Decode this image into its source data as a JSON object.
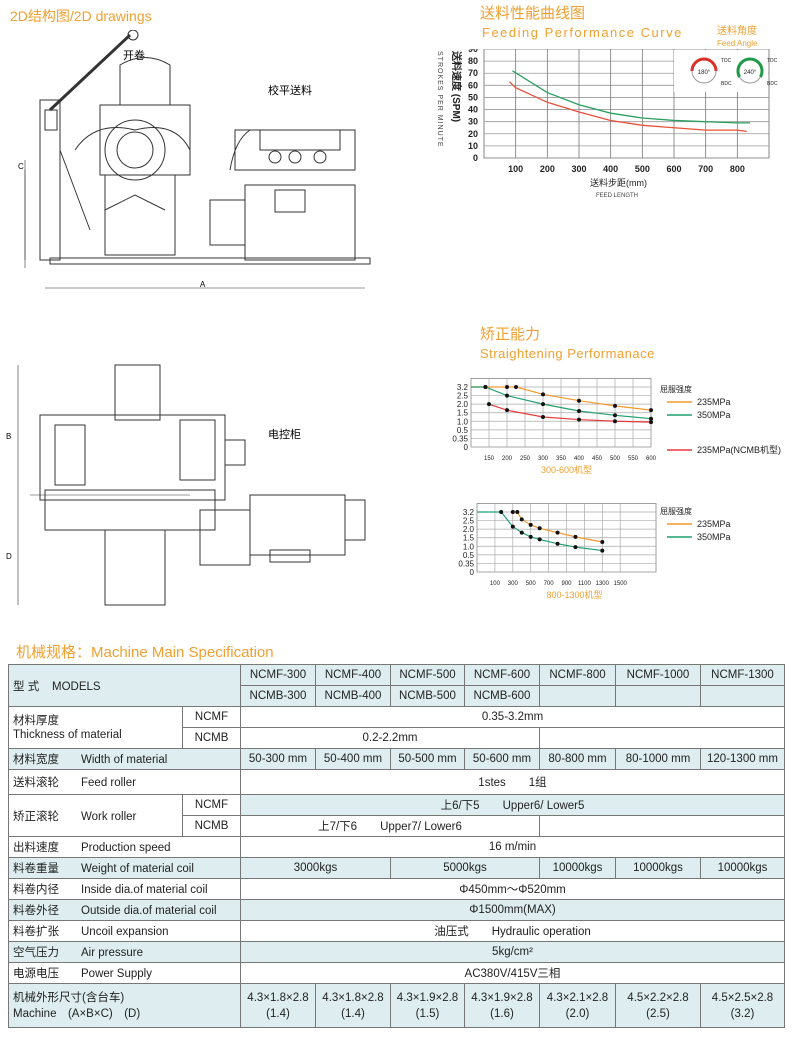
{
  "drawings": {
    "title": "2D结构图/2D drawings",
    "labels": {
      "uncoiler": "开卷",
      "leveler": "校平送料",
      "cabinet": "电控柜",
      "dim_a": "A",
      "dim_b": "B",
      "dim_c": "C",
      "dim_d": "D"
    }
  },
  "feeding_chart": {
    "title_cn": "送料性能曲线图",
    "title_en": "Feeding Performance Curve",
    "angle_cn": "送料角度",
    "angle_en": "Feed Angle",
    "gauges": [
      {
        "top": "TDC",
        "bottom": "BDC",
        "value": "180°",
        "color": "#d9302a"
      },
      {
        "top": "TDC",
        "bottom": "BDC",
        "value": "240°",
        "color": "#1f9a48"
      }
    ]
  },
  "straightening": {
    "title_cn": "矫正能力",
    "title_en": "Straightening Performanace"
  },
  "chart_data": [
    {
      "type": "line",
      "title": "送料性能曲线图 Feeding Performance Curve",
      "ylabel_cn": "送料速度 (SPM)",
      "ylabel_en": "STROKES PER MINUTE",
      "xlabel_cn": "送料步距(mm)",
      "xlabel_en": "FEED LENGTH",
      "xlim": [
        0,
        900
      ],
      "ylim": [
        0,
        90
      ],
      "xticks": [
        100,
        200,
        300,
        400,
        500,
        600,
        700,
        800
      ],
      "yticks": [
        0,
        10,
        20,
        30,
        40,
        50,
        60,
        70,
        80,
        90
      ],
      "series": [
        {
          "name": "240°",
          "color": "#2aa060",
          "x": [
            90,
            200,
            300,
            400,
            500,
            600,
            700,
            800,
            840
          ],
          "y": [
            72,
            54,
            44,
            37,
            33,
            31,
            30,
            29,
            29
          ]
        },
        {
          "name": "180°",
          "color": "#e8503a",
          "x": [
            80,
            100,
            200,
            300,
            400,
            500,
            600,
            700,
            800,
            830
          ],
          "y": [
            63,
            58,
            46,
            38,
            31,
            27,
            25,
            23,
            23,
            22
          ]
        }
      ]
    },
    {
      "type": "line",
      "caption": "300-600机型",
      "legend_title": "屈服强度",
      "xlim": [
        100,
        600
      ],
      "xticks": [
        150,
        200,
        250,
        300,
        350,
        400,
        450,
        500,
        550,
        600
      ],
      "yticks": [
        "3.2",
        "2.5",
        "2.0",
        "1.5",
        "1.0",
        "0.5",
        "0.35",
        "0"
      ],
      "series": [
        {
          "name": "235MPa",
          "color": "#f39a2a",
          "start": 100,
          "x": [
            140,
            200,
            225,
            300,
            400,
            500,
            600
          ],
          "y": [
            3.2,
            3.2,
            3.2,
            2.6,
            2.2,
            1.9,
            1.65
          ]
        },
        {
          "name": "350MPa",
          "color": "#22a070",
          "start": 100,
          "x": [
            140,
            200,
            300,
            400,
            500,
            600
          ],
          "y": [
            3.2,
            2.5,
            2.0,
            1.6,
            1.35,
            1.15
          ]
        },
        {
          "name": "235MPa(NCMB机型)",
          "color": "#e83a3a",
          "x": [
            150,
            200,
            300,
            400,
            500,
            600
          ],
          "y": [
            2.0,
            1.65,
            1.25,
            1.1,
            1.0,
            0.95
          ]
        }
      ]
    },
    {
      "type": "line",
      "caption": "800-1300机型",
      "legend_title": "屈服强度",
      "xlim": [
        -100,
        1900
      ],
      "xticks": [
        100,
        300,
        500,
        700,
        900,
        1100,
        1300,
        1500
      ],
      "yticks": [
        "3.2",
        "2.5",
        "2.0",
        "1.5",
        "1.0",
        "0.5",
        "0.35",
        "0"
      ],
      "series": [
        {
          "name": "235MPa",
          "color": "#f39a2a",
          "x": [
            300,
            350,
            400,
            500,
            600,
            800,
            1000,
            1300
          ],
          "y": [
            3.2,
            3.2,
            2.6,
            2.25,
            2.05,
            1.8,
            1.55,
            1.25
          ]
        },
        {
          "name": "350MPa",
          "color": "#22a070",
          "start": -100,
          "x": [
            170,
            300,
            400,
            500,
            600,
            800,
            1000,
            1300
          ],
          "y": [
            3.2,
            2.15,
            1.8,
            1.55,
            1.4,
            1.15,
            0.95,
            0.75
          ]
        }
      ]
    }
  ],
  "spec": {
    "title": "机械规格：Machine Main Specification",
    "models_label_cn": "型 式",
    "models_label_en": "MODELS",
    "ncmf_models": [
      "NCMF-300",
      "NCMF-400",
      "NCMF-500",
      "NCMF-600",
      "NCMF-800",
      "NCMF-1000",
      "NCMF-1300"
    ],
    "ncmb_models": [
      "NCMB-300",
      "NCMB-400",
      "NCMB-500",
      "NCMB-600"
    ],
    "thickness": {
      "cn": "材料厚度",
      "en": "Thickness of material",
      "ncmf_label": "NCMF",
      "ncmf": "0.35-3.2mm",
      "ncmb_label": "NCMB",
      "ncmb": "0.2-2.2mm"
    },
    "width": {
      "cn": "材料宽度",
      "en": "Width of material",
      "values": [
        "50-300 mm",
        "50-400 mm",
        "50-500 mm",
        "50-600 mm",
        "80-800 mm",
        "80-1000 mm",
        "120-1300 mm"
      ]
    },
    "feed_roller": {
      "cn": "送料滚轮",
      "en": "Feed roller",
      "value": "1stes　　1组"
    },
    "work_roller": {
      "cn": "矫正滚轮",
      "en": "Work roller",
      "ncmf_label": "NCMF",
      "ncmf": "上6/下5　　Upper6/ Lower5",
      "ncmb_label": "NCMB",
      "ncmb": "上7/下6　　Upper7/ Lower6"
    },
    "speed": {
      "cn": "出料速度",
      "en": "Production speed",
      "value": "16 m/min"
    },
    "coil_weight": {
      "cn": "料卷重量",
      "en": "Weight of material coil",
      "values": [
        "3000kgs",
        "5000kgs",
        "10000kgs",
        "10000kgs",
        "10000kgs"
      ]
    },
    "inside_dia": {
      "cn": "料卷内径",
      "en": "Inside dia.of material coil",
      "value": "Φ450mm～Φ520mm"
    },
    "outside_dia": {
      "cn": "料卷外径",
      "en": "Outside dia.of material coil",
      "value": "Φ1500mm(MAX)"
    },
    "uncoil": {
      "cn": "料卷扩张",
      "en": "Uncoil expansion",
      "value": "油压式　　Hydraulic operation"
    },
    "air": {
      "cn": "空气压力",
      "en": "Air pressure",
      "value": "5kg/cm²"
    },
    "power": {
      "cn": "电源电压",
      "en": "Power Supply",
      "value": "AC380V/415V三相"
    },
    "dimensions": {
      "cn": "机械外形尺寸(含台车)",
      "en": "Machine　(A×B×C)　(D)",
      "abc": [
        "4.3×1.8×2.8",
        "4.3×1.8×2.8",
        "4.3×1.9×2.8",
        "4.3×1.9×2.8",
        "4.3×2.1×2.8",
        "4.5×2.2×2.8",
        "4.5×2.5×2.8"
      ],
      "d": [
        "(1.4)",
        "(1.4)",
        "(1.5)",
        "(1.6)",
        "(2.0)",
        "(2.5)",
        "(3.2)"
      ]
    }
  }
}
